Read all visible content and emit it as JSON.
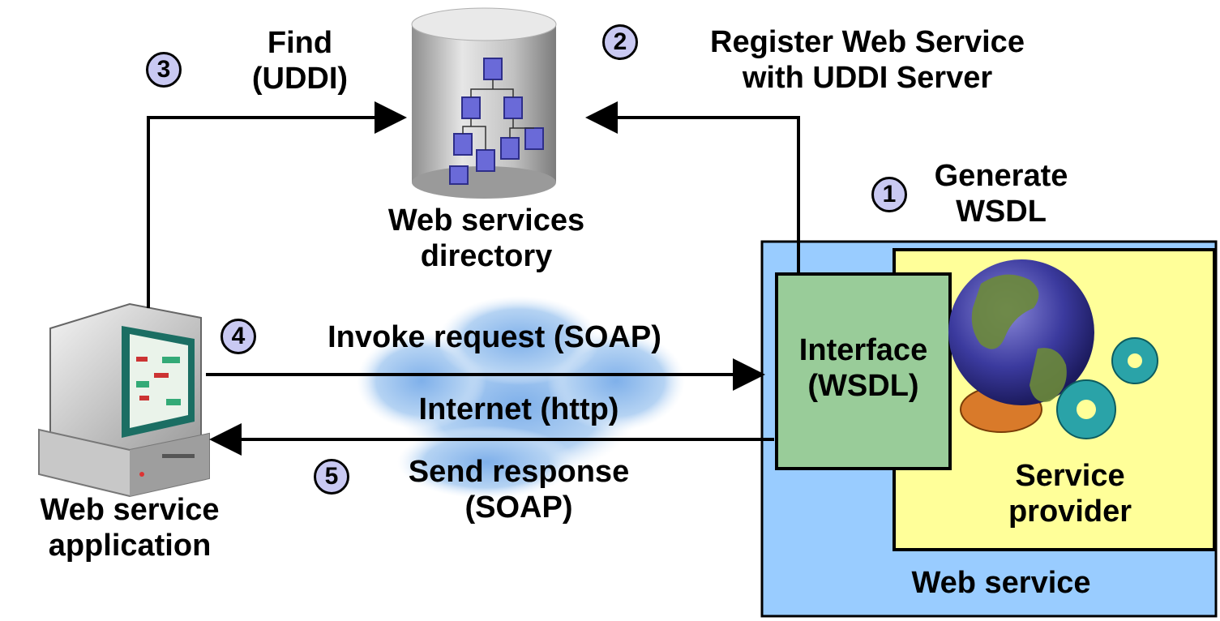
{
  "steps": {
    "s1": {
      "number": "1",
      "text": [
        "Generate",
        "WSDL"
      ]
    },
    "s2": {
      "number": "2",
      "text": [
        "Register Web Service",
        "with UDDI Server"
      ]
    },
    "s3": {
      "number": "3",
      "text": [
        "Find",
        "(UDDI)"
      ]
    },
    "s4": {
      "number": "4",
      "text": [
        "Invoke request (SOAP)"
      ]
    },
    "s5": {
      "number": "5",
      "text": [
        "Send response",
        "(SOAP)"
      ]
    }
  },
  "nodes": {
    "directory": [
      "Web services",
      "directory"
    ],
    "application": [
      "Web service",
      "application"
    ],
    "interface": [
      "Interface",
      "(WSDL)"
    ],
    "provider": [
      "Service",
      "provider"
    ],
    "web_service": "Web service",
    "internet": "Internet (http)"
  },
  "colors": {
    "web_service_box": "#99ccff",
    "provider_box": "#ffff99",
    "interface_box": "#99cc99",
    "step_badge": "#c9c9f2",
    "cloud": "#b5d3f3"
  },
  "icons": {
    "directory": "database-cylinder-icon",
    "application": "desktop-computer-icon",
    "provider": "globe-gears-icon"
  }
}
